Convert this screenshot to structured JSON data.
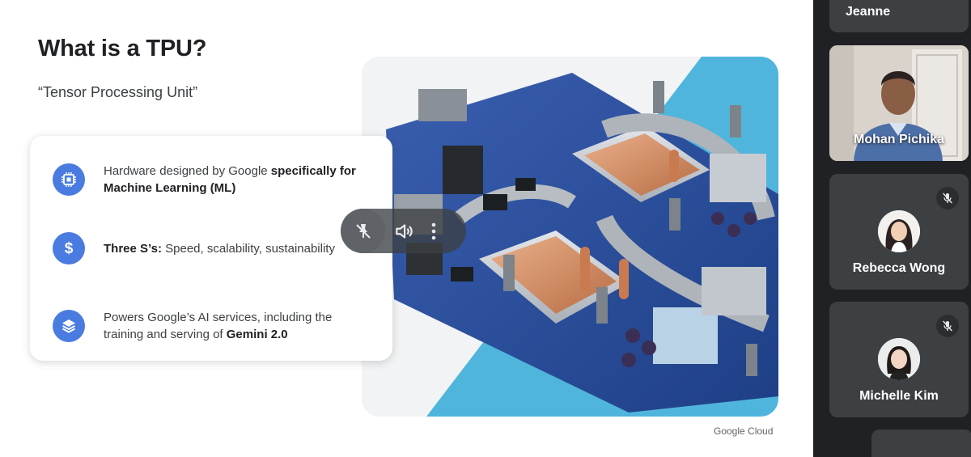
{
  "slide": {
    "title": "What is a TPU?",
    "subtitle": "“Tensor Processing Unit”",
    "bullets": [
      {
        "icon": "chip-icon",
        "text_a": "Hardware designed by Google ",
        "bold_a": "specifically for Machine Learning (ML)",
        "text_b": ""
      },
      {
        "icon": "dollar-icon",
        "text_a": "",
        "bold_a": "Three S’s:",
        "text_b": " Speed, scalability, sustainability"
      },
      {
        "icon": "layers-icon",
        "text_a": "Powers Google’s AI services, including the training and serving of ",
        "bold_a": "Gemini 2.0",
        "text_b": ""
      }
    ],
    "footer": "Google Cloud"
  },
  "overlay": {
    "buttons": [
      "unpin-icon",
      "volume-icon",
      "more-vertical-icon"
    ]
  },
  "participants": [
    {
      "name": "Jeanne",
      "muted": false
    },
    {
      "name": "Mohan Pichika",
      "muted": false,
      "video": true
    },
    {
      "name": "Rebecca Wong",
      "muted": true
    },
    {
      "name": "Michelle Kim",
      "muted": true
    }
  ],
  "colors": {
    "accent_icon": "#4a7be0",
    "tile_bg": "#3c4043",
    "sidebar_bg": "#202124"
  }
}
